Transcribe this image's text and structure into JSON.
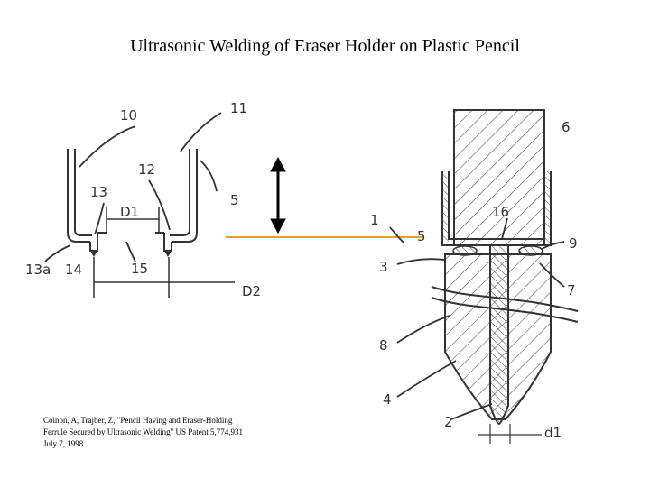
{
  "title": "Ultrasonic Welding of Eraser Holder on Plastic Pencil",
  "citation": {
    "line1": "Coinon, A, Trajber, Z, \"Pencil Having and Eraser-Holding",
    "line2": "Ferrule Secured by Ultrasonic Welding\" US Patent 5,774,931",
    "line3": "July 7, 1998"
  },
  "left_figure": {
    "labels": {
      "l10": "10",
      "l11": "11",
      "l12": "12",
      "l13": "13",
      "l5": "5",
      "lD1": "D1",
      "l13a": "13a",
      "l14": "14",
      "l15": "15",
      "lD2": "D2"
    }
  },
  "right_figure": {
    "labels": {
      "l6": "6",
      "l16": "16",
      "l1": "1",
      "l5": "5",
      "l9": "9",
      "l3": "3",
      "l7": "7",
      "l8": "8",
      "l4": "4",
      "l2": "2",
      "ld1": "d1"
    }
  },
  "colors": {
    "arrow_line": "#e0a020",
    "drawing": "#333333",
    "double_arrow": "#000000"
  }
}
